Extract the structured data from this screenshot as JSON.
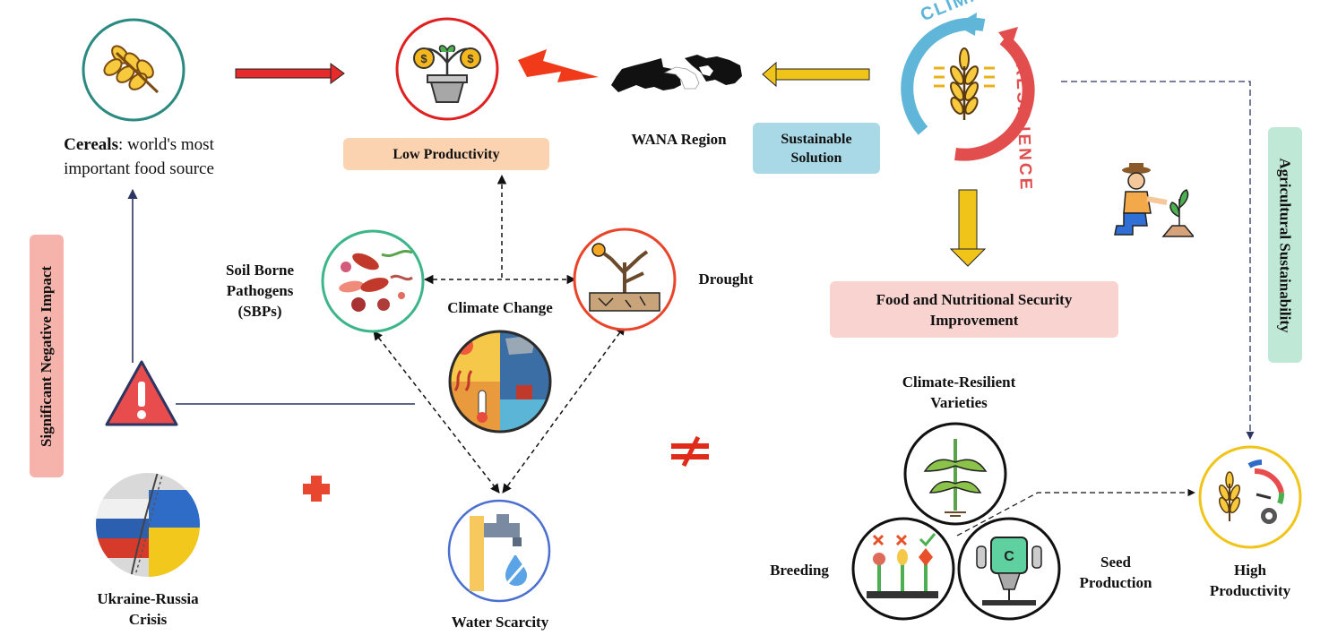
{
  "cereals": {
    "bold": "Cereals",
    "rest": ": world's most",
    "line2": "important food source"
  },
  "low_productivity": "Low Productivity",
  "wana_region": "WANA Region",
  "sustainable_solution": {
    "line1": "Sustainable",
    "line2": "Solution"
  },
  "climatic_resilience": {
    "top": "CLIMATIC",
    "side": "RESILIENCE"
  },
  "soil_borne": {
    "line1": "Soil Borne",
    "line2": "Pathogens",
    "line3": "(SBPs)"
  },
  "climate_change": "Climate Change",
  "drought": "Drought",
  "water_scarcity": "Water Scarcity",
  "significant_negative_impact": "Significant Negative Impact",
  "ukraine_russia": {
    "line1": "Ukraine-Russia",
    "line2": "Crisis"
  },
  "food_security": {
    "line1": "Food and Nutritional Security",
    "line2": "Improvement"
  },
  "agricultural_sustainability": "Agricultural Sustainability",
  "climate_resilient_varieties": {
    "line1": "Climate-Resilient",
    "line2": "Varieties"
  },
  "breeding": "Breeding",
  "seed_production": {
    "line1": "Seed",
    "line2": "Production"
  },
  "high_productivity": {
    "line1": "High",
    "line2": "Productivity"
  },
  "colors": {
    "teal": "#2a8a80",
    "red": "#e02020",
    "orange_box": "#fcd3b1",
    "blue_box": "#a9d8e6",
    "pink_box": "#f9d3d0",
    "mint_box": "#bfe8d7",
    "salmon_box": "#f6b3ab",
    "gold": "#f0c419"
  }
}
